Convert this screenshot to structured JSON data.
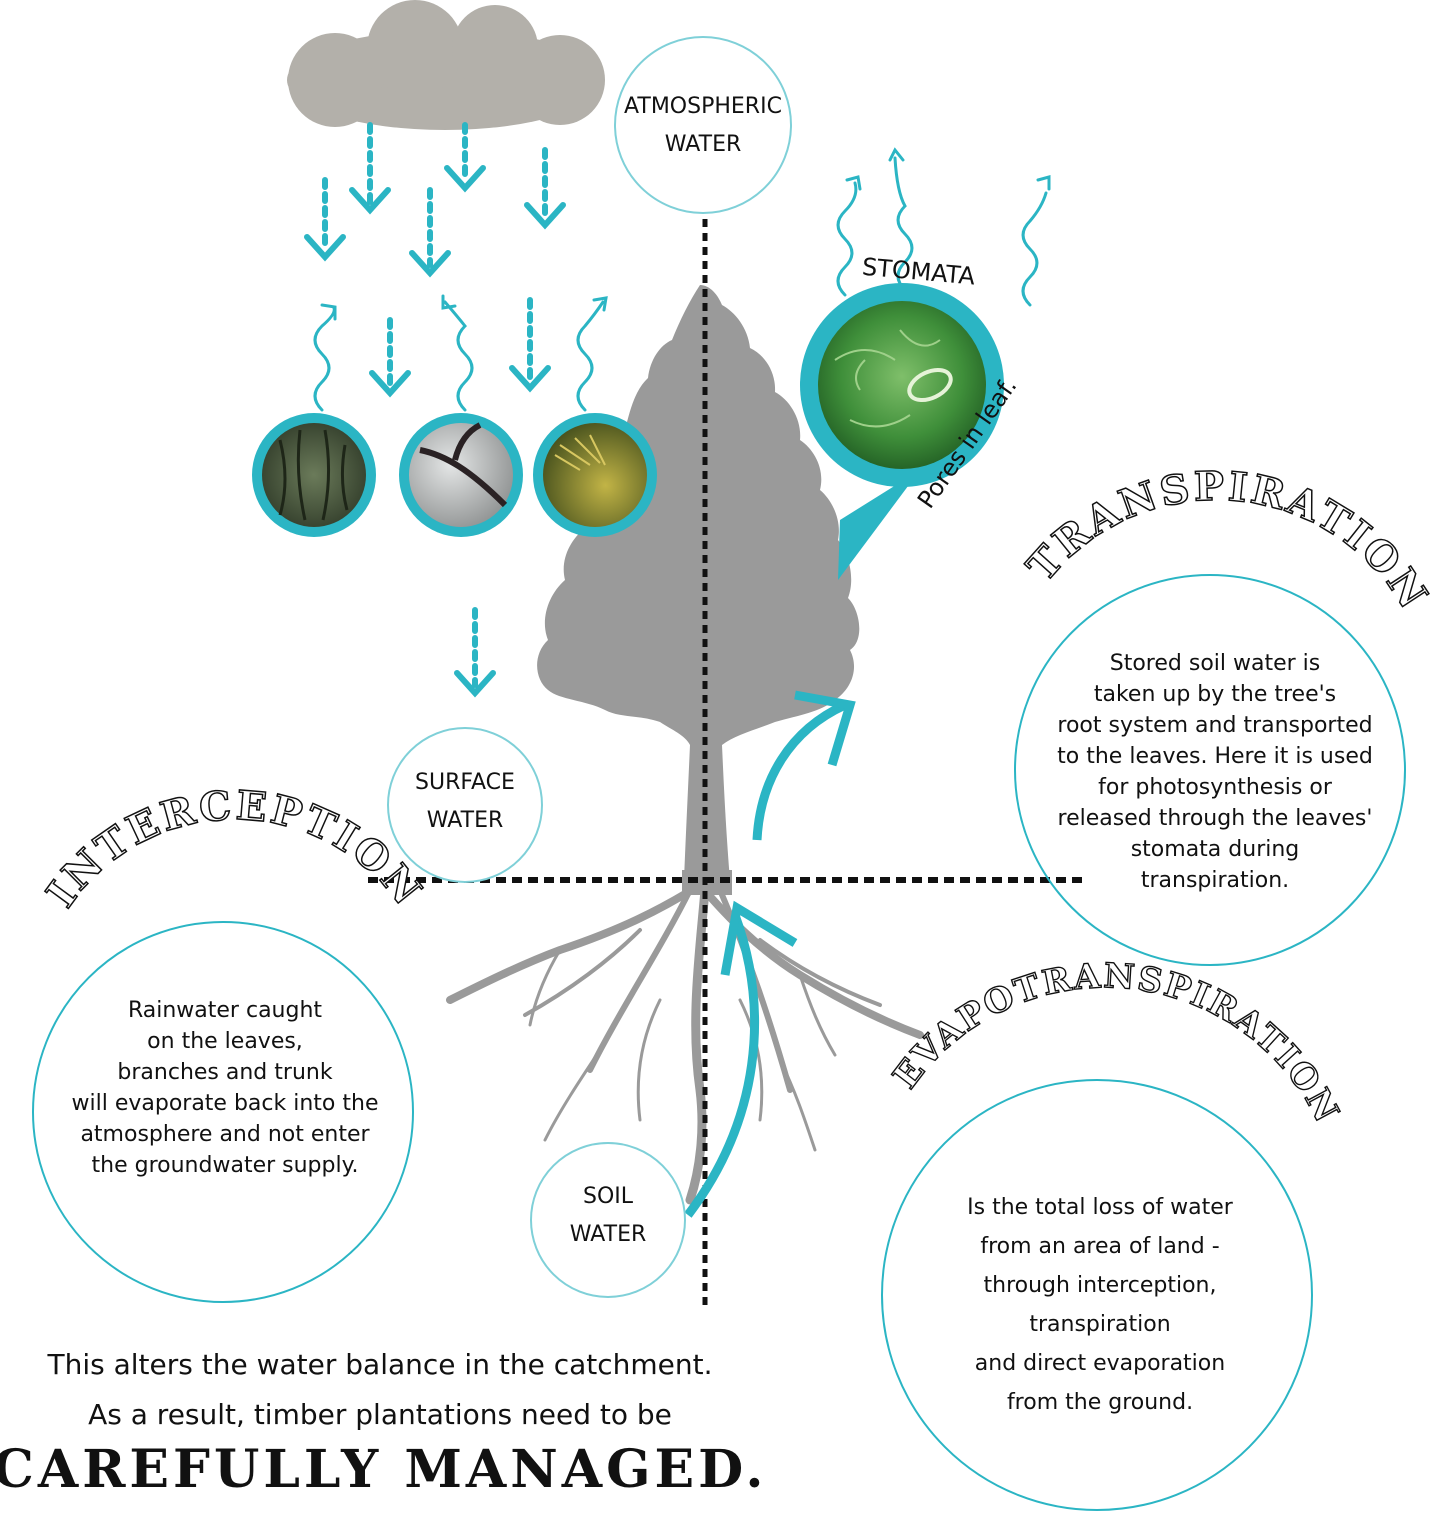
{
  "labels": {
    "atmospheric": [
      "ATMOSPHERIC",
      "WATER"
    ],
    "surface": [
      "SURFACE",
      "WATER"
    ],
    "soil": [
      "SOIL",
      "WATER"
    ],
    "stomata": "STOMATA",
    "pores": "Pores in leaf."
  },
  "sections": {
    "interception": {
      "title": "INTERCEPTION",
      "text": [
        "Rainwater caught",
        "on the leaves,",
        "branches and trunk",
        "will evaporate back into the",
        "atmosphere and not enter",
        "the groundwater supply."
      ]
    },
    "transpiration": {
      "title": "TRANSPIRATION",
      "text": [
        "Stored soil water is",
        "taken up by the tree's",
        "root system and transported",
        "to the leaves. Here it is used",
        "for photosynthesis or",
        "released through the leaves'",
        "stomata during",
        "transpiration."
      ]
    },
    "evapotranspiration": {
      "title": "EVAPOTRANSPIRATION",
      "text": [
        "Is the total loss of water",
        "from an area of land -",
        "through interception,",
        "transpiration",
        "and direct evaporation",
        "from the ground."
      ]
    }
  },
  "closing": {
    "line1": "This alters the water balance in the catchment.",
    "line2": "As a result, timber plantations need to be",
    "emphasis": "CAREFULLY MANAGED."
  },
  "colors": {
    "teal": "#2bb5c4",
    "teal_light": "#7fd0d8",
    "cloud": "#b3b0aa",
    "tree": "#9a9a9a",
    "axis": "#111111"
  },
  "icons": [
    "cloud-icon",
    "tree-icon",
    "bark-photo",
    "twig-photo",
    "leaf-photo",
    "stomata-photo"
  ]
}
